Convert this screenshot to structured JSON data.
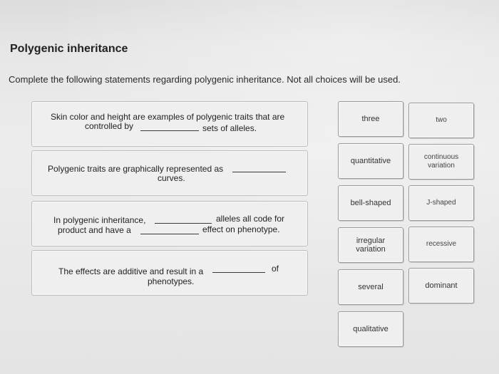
{
  "page": {
    "title": "Polygenic inheritance",
    "instructions": "Complete the following statements regarding polygenic inheritance. Not all choices will be used."
  },
  "statements": [
    {
      "line1": "Skin color and height are examples of polygenic traits that are",
      "line2a": "controlled by",
      "line2b": "sets of alleles."
    },
    {
      "line1": "Polygenic traits are graphically represented as",
      "line2": "curves."
    },
    {
      "line1a": "In polygenic inheritance,",
      "line1b": "alleles all code for",
      "line2a": "product and have a",
      "line2b": "effect on phenotype."
    },
    {
      "line1": "The effects are additive and result in a",
      "line1b": "of",
      "line2": "phenotypes."
    }
  ],
  "choices": [
    {
      "label": "three"
    },
    {
      "label": "two"
    },
    {
      "label": "quantitative"
    },
    {
      "label": "continuous variation"
    },
    {
      "label": "bell-shaped"
    },
    {
      "label": "J-shaped"
    },
    {
      "label": "irregular variation"
    },
    {
      "label": "recessive"
    },
    {
      "label": "several"
    },
    {
      "label": "dominant"
    },
    {
      "label": "qualitative"
    }
  ]
}
